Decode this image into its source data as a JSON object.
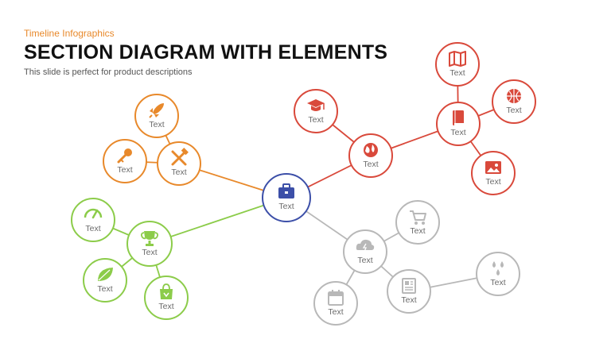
{
  "header": {
    "subtitle": "Timeline  Infographics",
    "title": "SECTION DIAGRAM WITH ELEMENTS",
    "description": "This slide is perfect for product descriptions"
  },
  "colors": {
    "center": "#3c4fa8",
    "orange": "#e8892b",
    "red": "#d9493b",
    "green": "#8ccc4a",
    "gray": "#b8b8b8"
  },
  "nodes": [
    {
      "id": "center",
      "label": "Text",
      "icon": "briefcase-icon",
      "group": "center"
    },
    {
      "id": "tools",
      "label": "Text",
      "icon": "tools-icon",
      "group": "orange"
    },
    {
      "id": "rocket",
      "label": "Text",
      "icon": "rocket-icon",
      "group": "orange"
    },
    {
      "id": "key",
      "label": "Text",
      "icon": "key-icon",
      "group": "orange"
    },
    {
      "id": "globe",
      "label": "Text",
      "icon": "globe-icon",
      "group": "red"
    },
    {
      "id": "cap",
      "label": "Text",
      "icon": "graduation-cap-icon",
      "group": "red"
    },
    {
      "id": "book",
      "label": "Text",
      "icon": "book-icon",
      "group": "red"
    },
    {
      "id": "map",
      "label": "Text",
      "icon": "map-icon",
      "group": "red"
    },
    {
      "id": "ball",
      "label": "Text",
      "icon": "basketball-icon",
      "group": "red"
    },
    {
      "id": "picture",
      "label": "Text",
      "icon": "picture-icon",
      "group": "red"
    },
    {
      "id": "trophy",
      "label": "Text",
      "icon": "trophy-icon",
      "group": "green"
    },
    {
      "id": "gauge",
      "label": "Text",
      "icon": "speedometer-icon",
      "group": "green"
    },
    {
      "id": "leaf",
      "label": "Text",
      "icon": "leaf-icon",
      "group": "green"
    },
    {
      "id": "bag",
      "label": "Text",
      "icon": "shopping-bag-icon",
      "group": "green"
    },
    {
      "id": "cloud",
      "label": "Text",
      "icon": "cloud-icon",
      "group": "gray"
    },
    {
      "id": "cart",
      "label": "Text",
      "icon": "cart-icon",
      "group": "gray"
    },
    {
      "id": "calendar",
      "label": "Text",
      "icon": "calendar-icon",
      "group": "gray"
    },
    {
      "id": "news",
      "label": "Text",
      "icon": "newspaper-icon",
      "group": "gray"
    },
    {
      "id": "drops",
      "label": "Text",
      "icon": "water-drops-icon",
      "group": "gray"
    }
  ],
  "edges": [
    [
      "center",
      "tools"
    ],
    [
      "tools",
      "rocket"
    ],
    [
      "tools",
      "key"
    ],
    [
      "center",
      "globe"
    ],
    [
      "globe",
      "cap"
    ],
    [
      "globe",
      "book"
    ],
    [
      "book",
      "map"
    ],
    [
      "book",
      "ball"
    ],
    [
      "book",
      "picture"
    ],
    [
      "center",
      "trophy"
    ],
    [
      "trophy",
      "gauge"
    ],
    [
      "trophy",
      "leaf"
    ],
    [
      "trophy",
      "bag"
    ],
    [
      "center",
      "cloud"
    ],
    [
      "cloud",
      "cart"
    ],
    [
      "cloud",
      "calendar"
    ],
    [
      "cloud",
      "news"
    ],
    [
      "news",
      "drops"
    ]
  ]
}
